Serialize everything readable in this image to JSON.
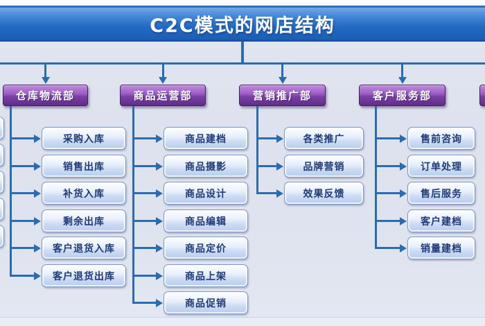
{
  "title": "C2C模式的网店结构",
  "departments": [
    {
      "label": "仓库物流部",
      "items": [
        "采购入库",
        "销售出库",
        "补货入库",
        "剩余出库",
        "客户退货入库",
        "客户退货出库"
      ]
    },
    {
      "label": "商品运营部",
      "items": [
        "商品建档",
        "商品摄影",
        "商品设计",
        "商品编辑",
        "商品定价",
        "商品上架",
        "商品促销"
      ]
    },
    {
      "label": "营销推广部",
      "items": [
        "各类推广",
        "品牌营销",
        "效果反馈"
      ]
    },
    {
      "label": "客户服务部",
      "items": [
        "售前咨询",
        "订单处理",
        "售后服务",
        "客户建档",
        "销量建档"
      ]
    }
  ],
  "cutoffs": {
    "left_partial_item_count": 5,
    "right_partial_header": true
  },
  "colors": {
    "banner_blue": "#2268c2",
    "header_purple": "#7c40a6",
    "item_fill": "#cfddf4",
    "item_text": "#1e3a78",
    "connector_blue": "#2a6cb2",
    "background": "#dde2ee"
  }
}
